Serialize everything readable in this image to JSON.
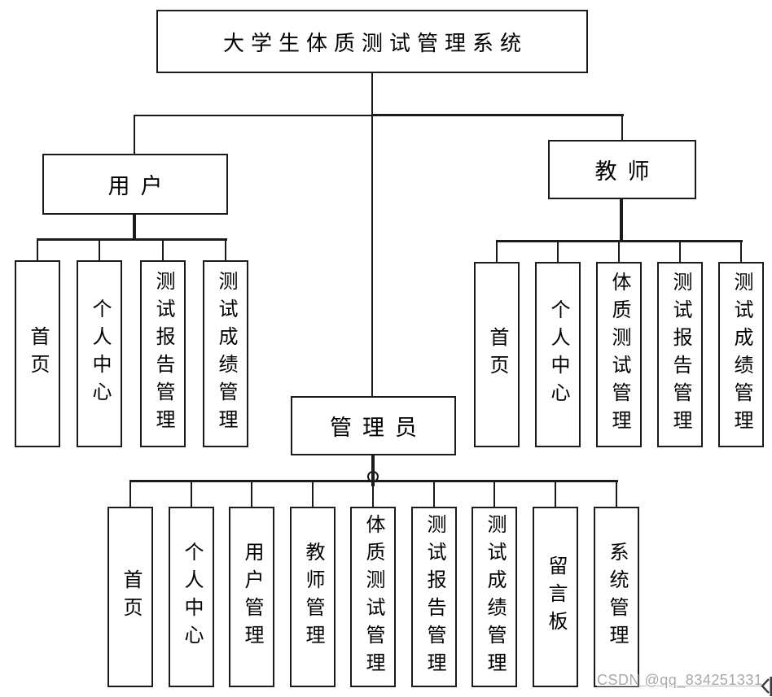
{
  "title": "大学生体质测试管理系统",
  "watermark": "CSDN @qq_834251331",
  "branches": {
    "user": {
      "label": "用户",
      "children": [
        "首页",
        "个人中心",
        "测试报告管理",
        "测试成绩管理"
      ]
    },
    "teacher": {
      "label": "教师",
      "children": [
        "首页",
        "个人中心",
        "体质测试管理",
        "测试报告管理",
        "测试成绩管理"
      ]
    },
    "admin": {
      "label": "管理员",
      "children": [
        "首页",
        "个人中心",
        "用户管理",
        "教师管理",
        "体质测试管理",
        "测试报告管理",
        "测试成绩管理",
        "留言板",
        "系统管理"
      ]
    }
  },
  "colors": {
    "line": "#1b1b1b",
    "box_border": "#1b1b1b",
    "box_fill": "#ffffff",
    "text": "#000000",
    "watermark": "#a9a9a9"
  }
}
